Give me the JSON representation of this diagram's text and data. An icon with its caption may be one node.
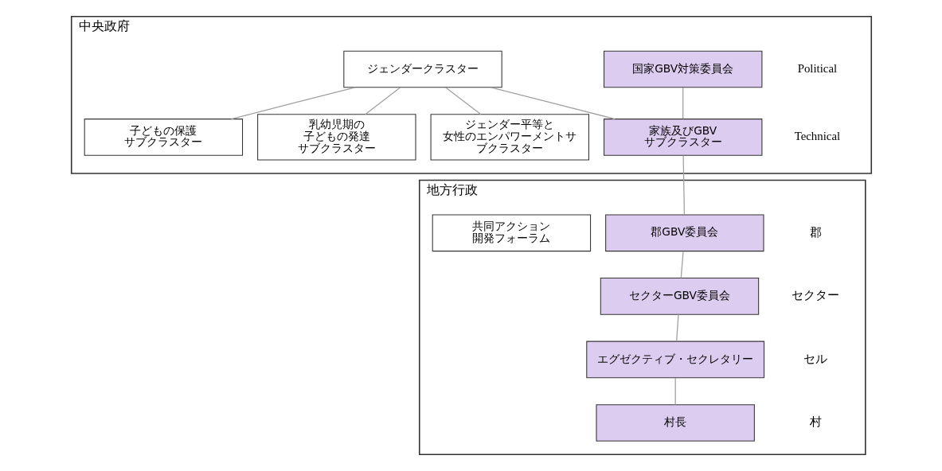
{
  "diagram": {
    "nodes": [
      {
        "text": [
          "中央政府"
        ]
      },
      {
        "text": [
          "国家GBV対策委員会"
        ],
        "in": 0
      },
      {
        "text": [
          "ジェンダークラスター"
        ],
        "in": 0
      },
      {
        "text": [
          "家族及びGBVサブクラスター"
        ],
        "in": 0
      },
      {
        "text": [
          "ジェンダー平等と女性のエンパワーメントサブクラスター"
        ],
        "in": 0
      },
      {
        "text": [
          "子どもの保護サブクラスター"
        ],
        "in": 0
      },
      {
        "text": [
          "乳幼児期の子どもの発達サブクラスター"
        ],
        "in": 0
      },
      {
        "text": [
          "地方行政"
        ]
      },
      {
        "text": [
          "郡GBV委員会"
        ],
        "in": 7
      },
      {
        "text": [
          "共同アクション開発フォーラム"
        ],
        "in": 7
      },
      {
        "text": [
          "セクターGBV委員会"
        ],
        "in": 7
      },
      {
        "text": [
          "エグゼクティブ・セクレタリー"
        ],
        "in": 7
      },
      {
        "text": [
          "村長"
        ],
        "in": 7
      }
    ],
    "edges": [
      {
        "from": 1,
        "to": 3,
        "arrow": "none"
      },
      {
        "from": 2,
        "to": 3,
        "arrow": "none"
      },
      {
        "from": 2,
        "to": 4,
        "arrow": "none"
      },
      {
        "from": 2,
        "to": 5,
        "arrow": "none"
      },
      {
        "from": 2,
        "to": 6,
        "arrow": "none"
      },
      {
        "from": 3,
        "to": 8,
        "arrow": "none"
      },
      {
        "from": 8,
        "to": 10,
        "arrow": "none"
      },
      {
        "from": 10,
        "to": 11,
        "arrow": "none"
      },
      {
        "from": 11,
        "to": 12,
        "arrow": "none"
      }
    ],
    "labels": [
      "Political",
      "Technical",
      "郡",
      "セクター",
      "セル",
      "村"
    ]
  }
}
